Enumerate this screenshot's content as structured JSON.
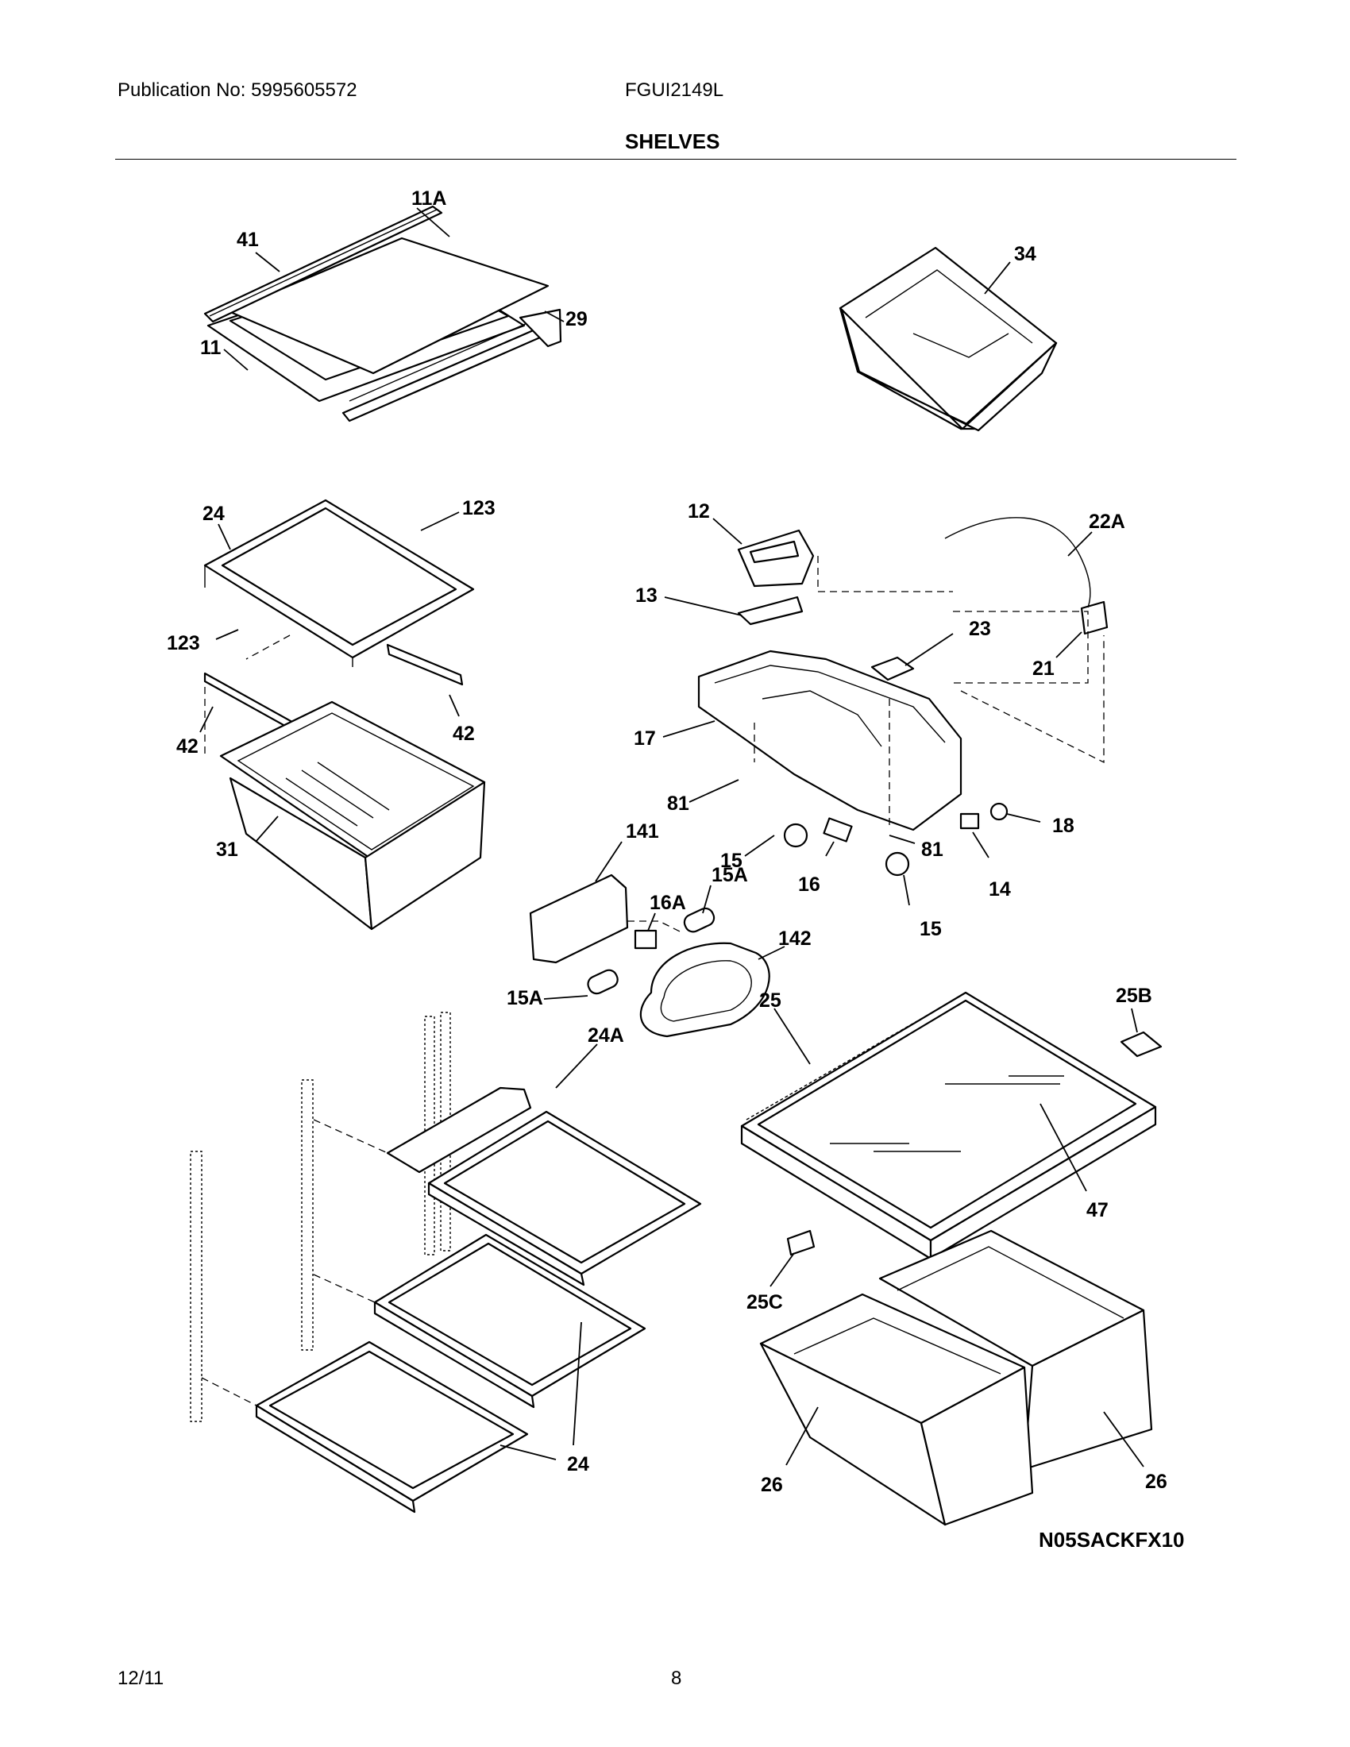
{
  "header": {
    "publication": "Publication No: 5995605572",
    "model": "FGUI2149L",
    "title": "SHELVES"
  },
  "diagram": {
    "code": "N05SACKFX10",
    "labels": [
      "11A",
      "41",
      "29",
      "11",
      "34",
      "24",
      "123",
      "123",
      "42",
      "42",
      "31",
      "12",
      "22A",
      "13",
      "23",
      "21",
      "17",
      "81",
      "81",
      "18",
      "15",
      "16",
      "14",
      "15",
      "141",
      "16A",
      "15A",
      "142",
      "15A",
      "25",
      "25B",
      "24A",
      "47",
      "25C",
      "24",
      "26",
      "26"
    ]
  },
  "footer": {
    "date": "12/11",
    "page": "8"
  }
}
